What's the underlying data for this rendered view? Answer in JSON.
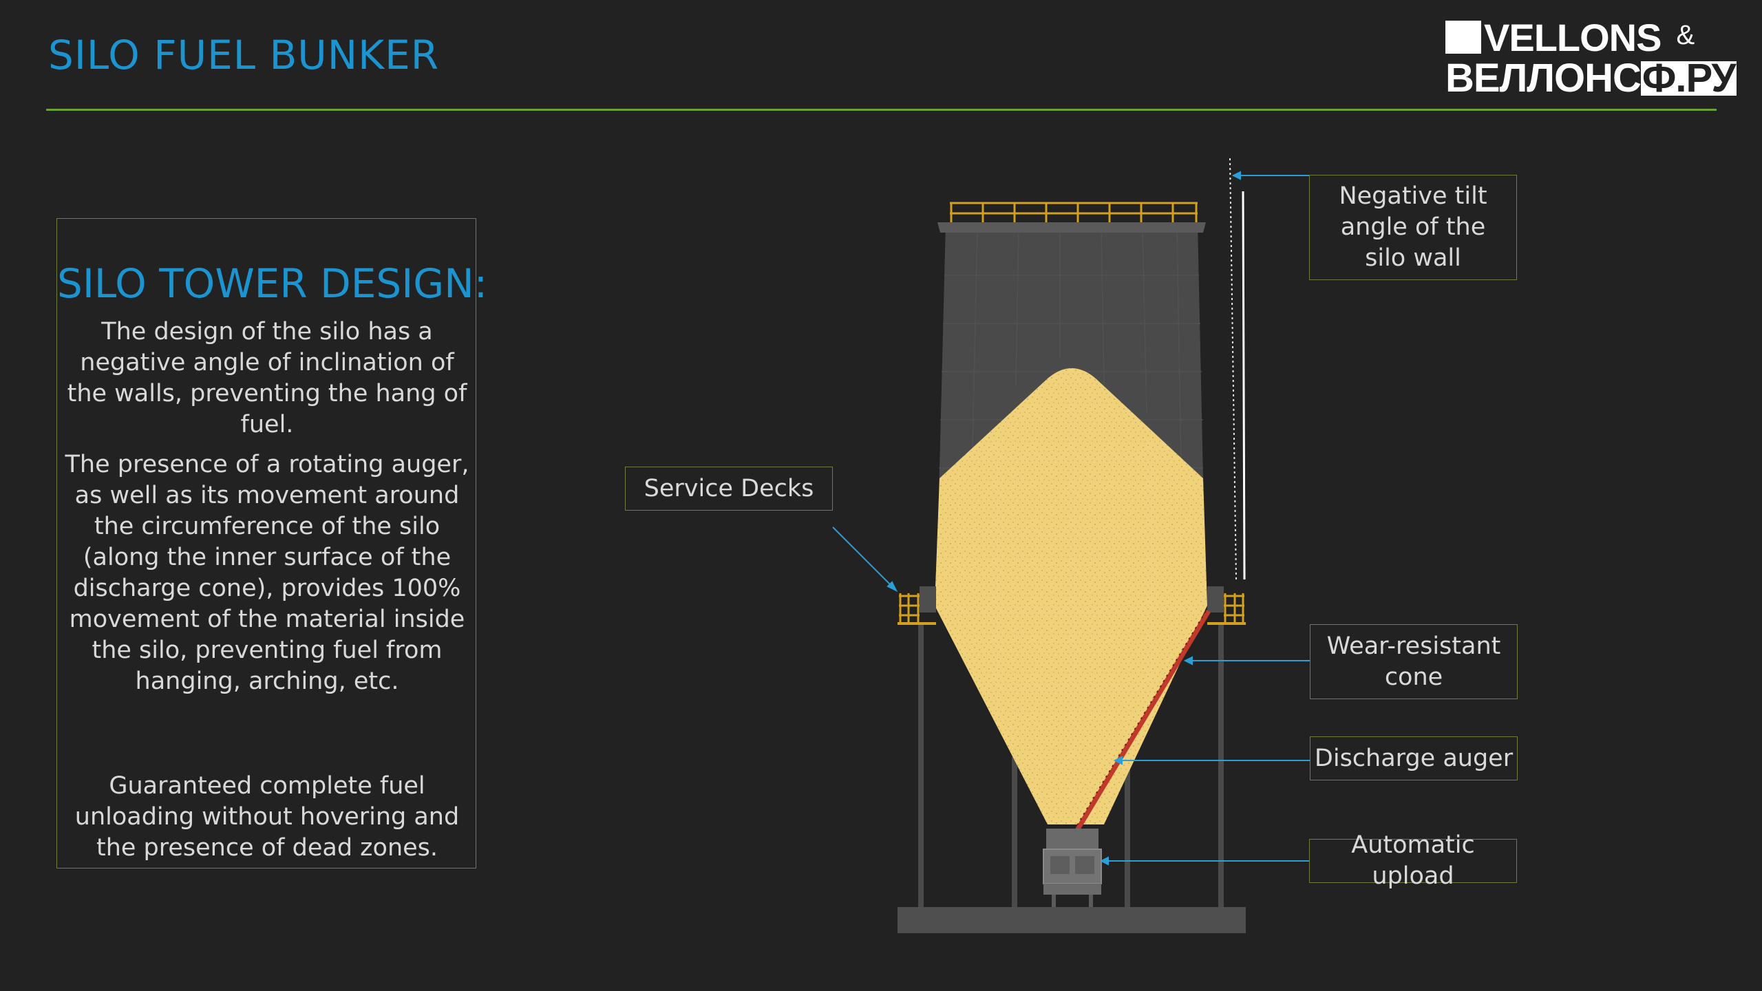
{
  "header": {
    "title": "SILO FUEL BUNKER",
    "logo": {
      "line1_prefix": "VELLONS",
      "line1_amp": "&",
      "line2_main": "ВЕЛЛОНС",
      "line2_inverse": "Ф.РУ"
    }
  },
  "info_panel": {
    "heading": "SILO TOWER DESIGN:",
    "paragraph_1": "The design of the silo has a negative angle of inclination of the walls, preventing the hang of fuel.",
    "paragraph_2": "The presence of a rotating auger, as well as its movement around the circumference of the silo (along the inner surface of the discharge cone), provides 100% movement of the material inside the silo, preventing fuel from hanging, arching, etc.",
    "paragraph_3": "Guaranteed complete fuel unloading without hovering and the presence of dead zones."
  },
  "callouts": {
    "service_decks": "Service Decks",
    "negative_tilt": "Negative tilt angle of the silo wall",
    "wear_resistant_cone": "Wear-resistant cone",
    "discharge_auger": "Discharge auger",
    "automatic_upload": "Automatic upload"
  },
  "colors": {
    "background": "#222222",
    "accent_blue": "#1b94d0",
    "rule_green": "#6aa331",
    "box_border": "#6f7d3a",
    "silo_body": "#4a4a4a",
    "fuel": "#f0d27a",
    "auger": "#c0392b",
    "railing": "#d4a020",
    "leader_line": "#2a9fd8"
  }
}
